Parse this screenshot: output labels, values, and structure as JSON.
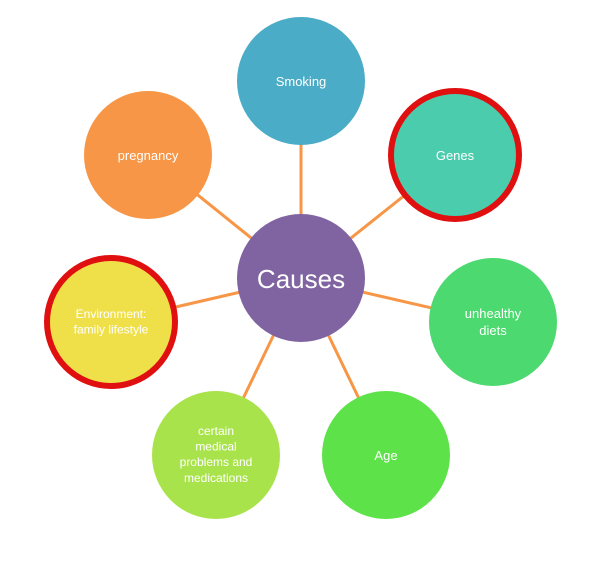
{
  "center": {
    "label": "Causes",
    "color": "#8064a2"
  },
  "connector_color": "#f79646",
  "highlight_color": "#e01010",
  "nodes": [
    {
      "id": "smoking",
      "label": "Smoking",
      "color": "#4aacc6",
      "highlighted": false
    },
    {
      "id": "genes",
      "label": "Genes",
      "color": "#4bcdad",
      "highlighted": true
    },
    {
      "id": "unhealthy-diets",
      "label": "unhealthy diets",
      "color": "#4cd96f",
      "highlighted": false
    },
    {
      "id": "age",
      "label": "Age",
      "color": "#5ee24a",
      "highlighted": false
    },
    {
      "id": "certain-medical-problems",
      "label": "certain medical problems and medications",
      "color": "#a9e34b",
      "highlighted": false
    },
    {
      "id": "environment",
      "label": "Environment: family lifestyle",
      "color": "#efe04a",
      "highlighted": true
    },
    {
      "id": "pregnancy",
      "label": "pregnancy",
      "color": "#f79646",
      "highlighted": false
    }
  ]
}
